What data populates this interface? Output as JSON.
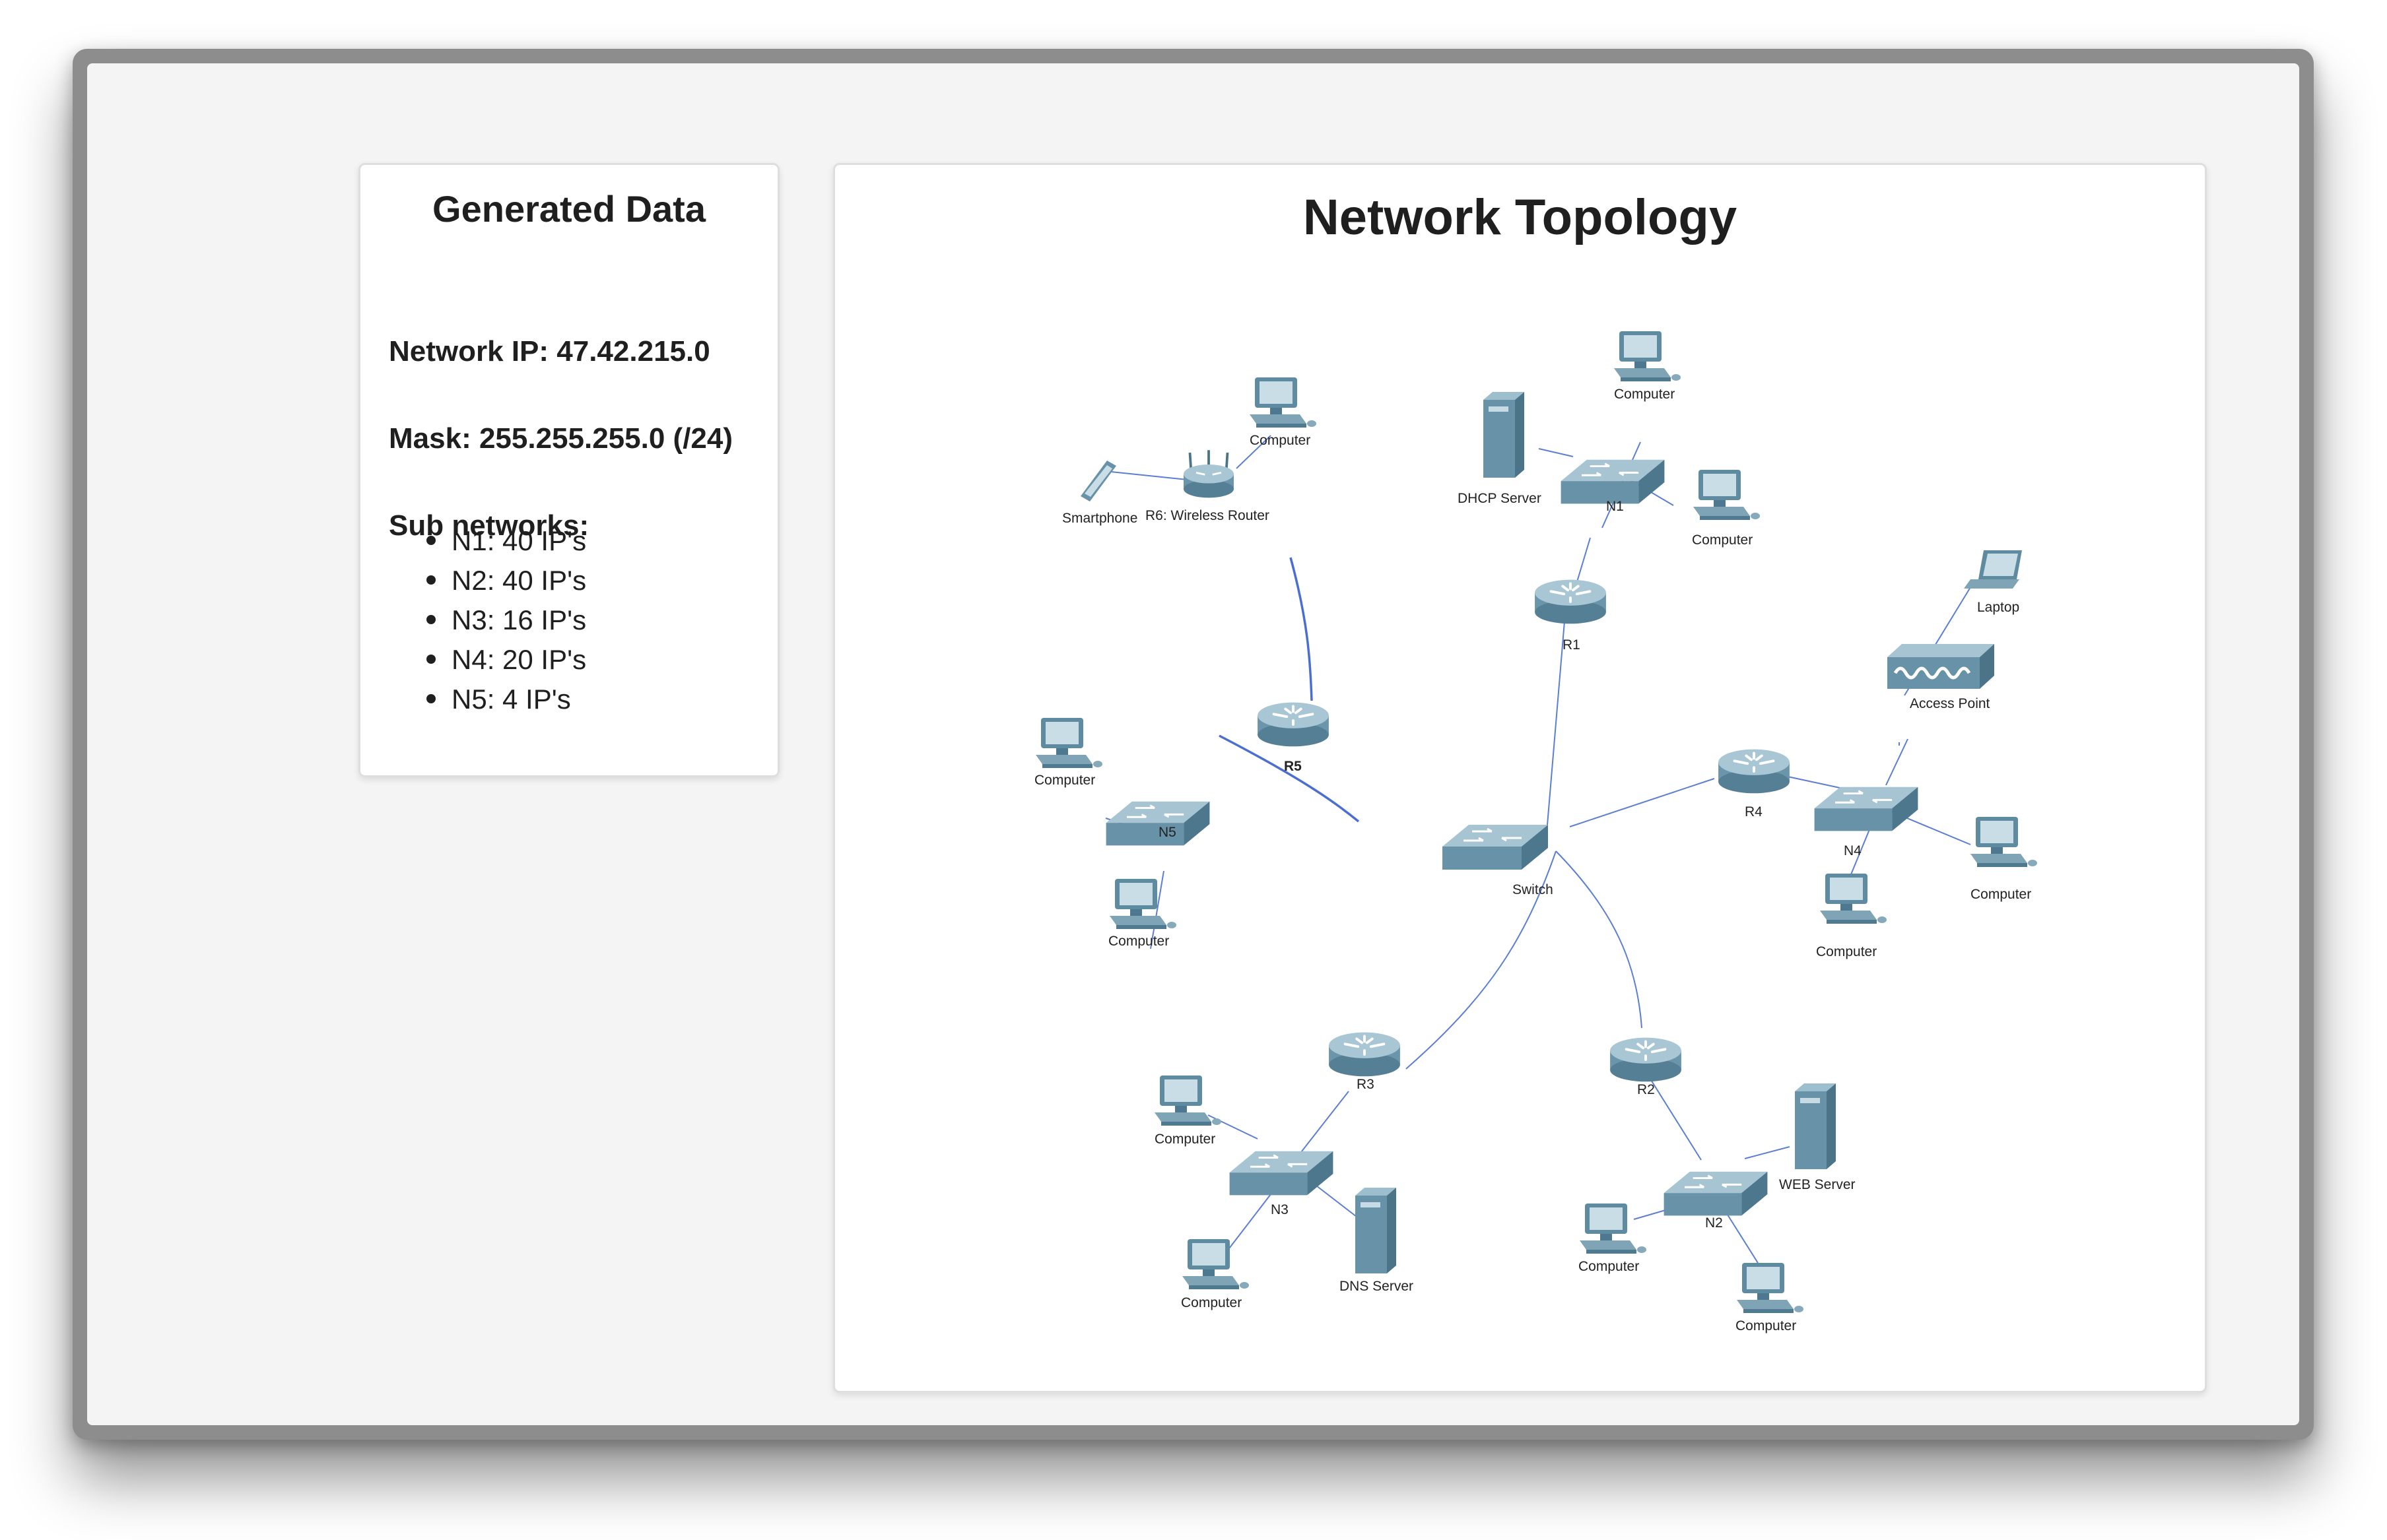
{
  "generated_data": {
    "title": "Generated Data",
    "network_ip": "Network IP: 47.42.215.0",
    "mask": "Mask: 255.255.255.0 (/24)",
    "subnets_heading": "Sub networks:",
    "subnets": [
      {
        "label": "N1: 40 IP's"
      },
      {
        "label": "N2: 40 IP's"
      },
      {
        "label": "N3: 16 IP's"
      },
      {
        "label": "N4: 20 IP's"
      },
      {
        "label": "N5: 4 IP's"
      }
    ]
  },
  "topology": {
    "title": "Network Topology",
    "labels": {
      "switch_core": "Switch",
      "r1": "R1",
      "r2": "R2",
      "r3": "R3",
      "r4": "R4",
      "r5": "R5",
      "r6": "R6: Wireless Router",
      "n1": "N1",
      "n2": "N2",
      "n3": "N3",
      "n4": "N4",
      "n5": "N5",
      "pc_n1_top": "Computer",
      "pc_n1_right": "Computer",
      "dhcp": "DHCP Server",
      "pc_r6": "Computer",
      "smartphone": "Smartphone",
      "laptop": "Laptop",
      "ap": "Access Point",
      "pc_n4_right": "Computer",
      "pc_n4_left": "Computer",
      "pc_n5_top": "Computer",
      "pc_n5_bottom": "Computer",
      "pc_n3_top": "Computer",
      "pc_n3_bottom": "Computer",
      "dns": "DNS Server",
      "web": "WEB Server",
      "pc_n2_left": "Computer",
      "pc_n2_bottom": "Computer"
    },
    "colors": {
      "link": "#4a6fd1",
      "device": "#6f98ad",
      "device_dark": "#4b7488"
    }
  }
}
